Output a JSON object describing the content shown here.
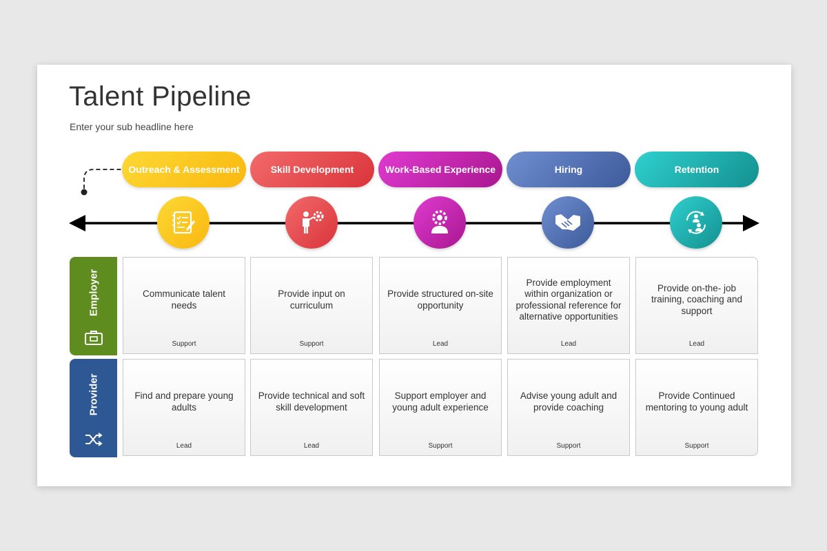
{
  "header": {
    "title": "Talent Pipeline",
    "subtitle": "Enter your sub headline here"
  },
  "stages": [
    {
      "label": "Outreach & Assessment",
      "icon": "checklist-icon",
      "color_from": "#fdd835",
      "color_to": "#f9b80f"
    },
    {
      "label": "Skill Development",
      "icon": "presenter-gear-icon",
      "color_from": "#f26a6a",
      "color_to": "#d9343b"
    },
    {
      "label": "Work-Based Experience",
      "icon": "worker-gear-icon",
      "color_from": "#e03ad0",
      "color_to": "#a8178f"
    },
    {
      "label": "Hiring",
      "icon": "handshake-icon",
      "color_from": "#6f8fd0",
      "color_to": "#3d5a9a"
    },
    {
      "label": "Retention",
      "icon": "people-cycle-icon",
      "color_from": "#2fd0cf",
      "color_to": "#13908f"
    }
  ],
  "rows": [
    {
      "label": "Employer",
      "icon": "briefcase-icon",
      "color": "#5e8c1e",
      "cells": [
        {
          "text": "Communicate talent needs",
          "role": "Support"
        },
        {
          "text": "Provide input on curriculum",
          "role": "Support"
        },
        {
          "text": "Provide structured on-site opportunity",
          "role": "Lead"
        },
        {
          "text": "Provide employment within organization or professional reference for alternative opportunities",
          "role": "Lead"
        },
        {
          "text": "Provide on-the- job training, coaching and support",
          "role": "Lead"
        }
      ]
    },
    {
      "label": "Provider",
      "icon": "shuffle-arrows-icon",
      "color": "#2e5894",
      "cells": [
        {
          "text": "Find and prepare young adults",
          "role": "Lead"
        },
        {
          "text": "Provide technical and soft skill development",
          "role": "Lead"
        },
        {
          "text": "Support employer and young adult experience",
          "role": "Support"
        },
        {
          "text": "Advise young adult and provide coaching",
          "role": "Support"
        },
        {
          "text": "Provide Continued mentoring to young adult",
          "role": "Support"
        }
      ]
    }
  ]
}
